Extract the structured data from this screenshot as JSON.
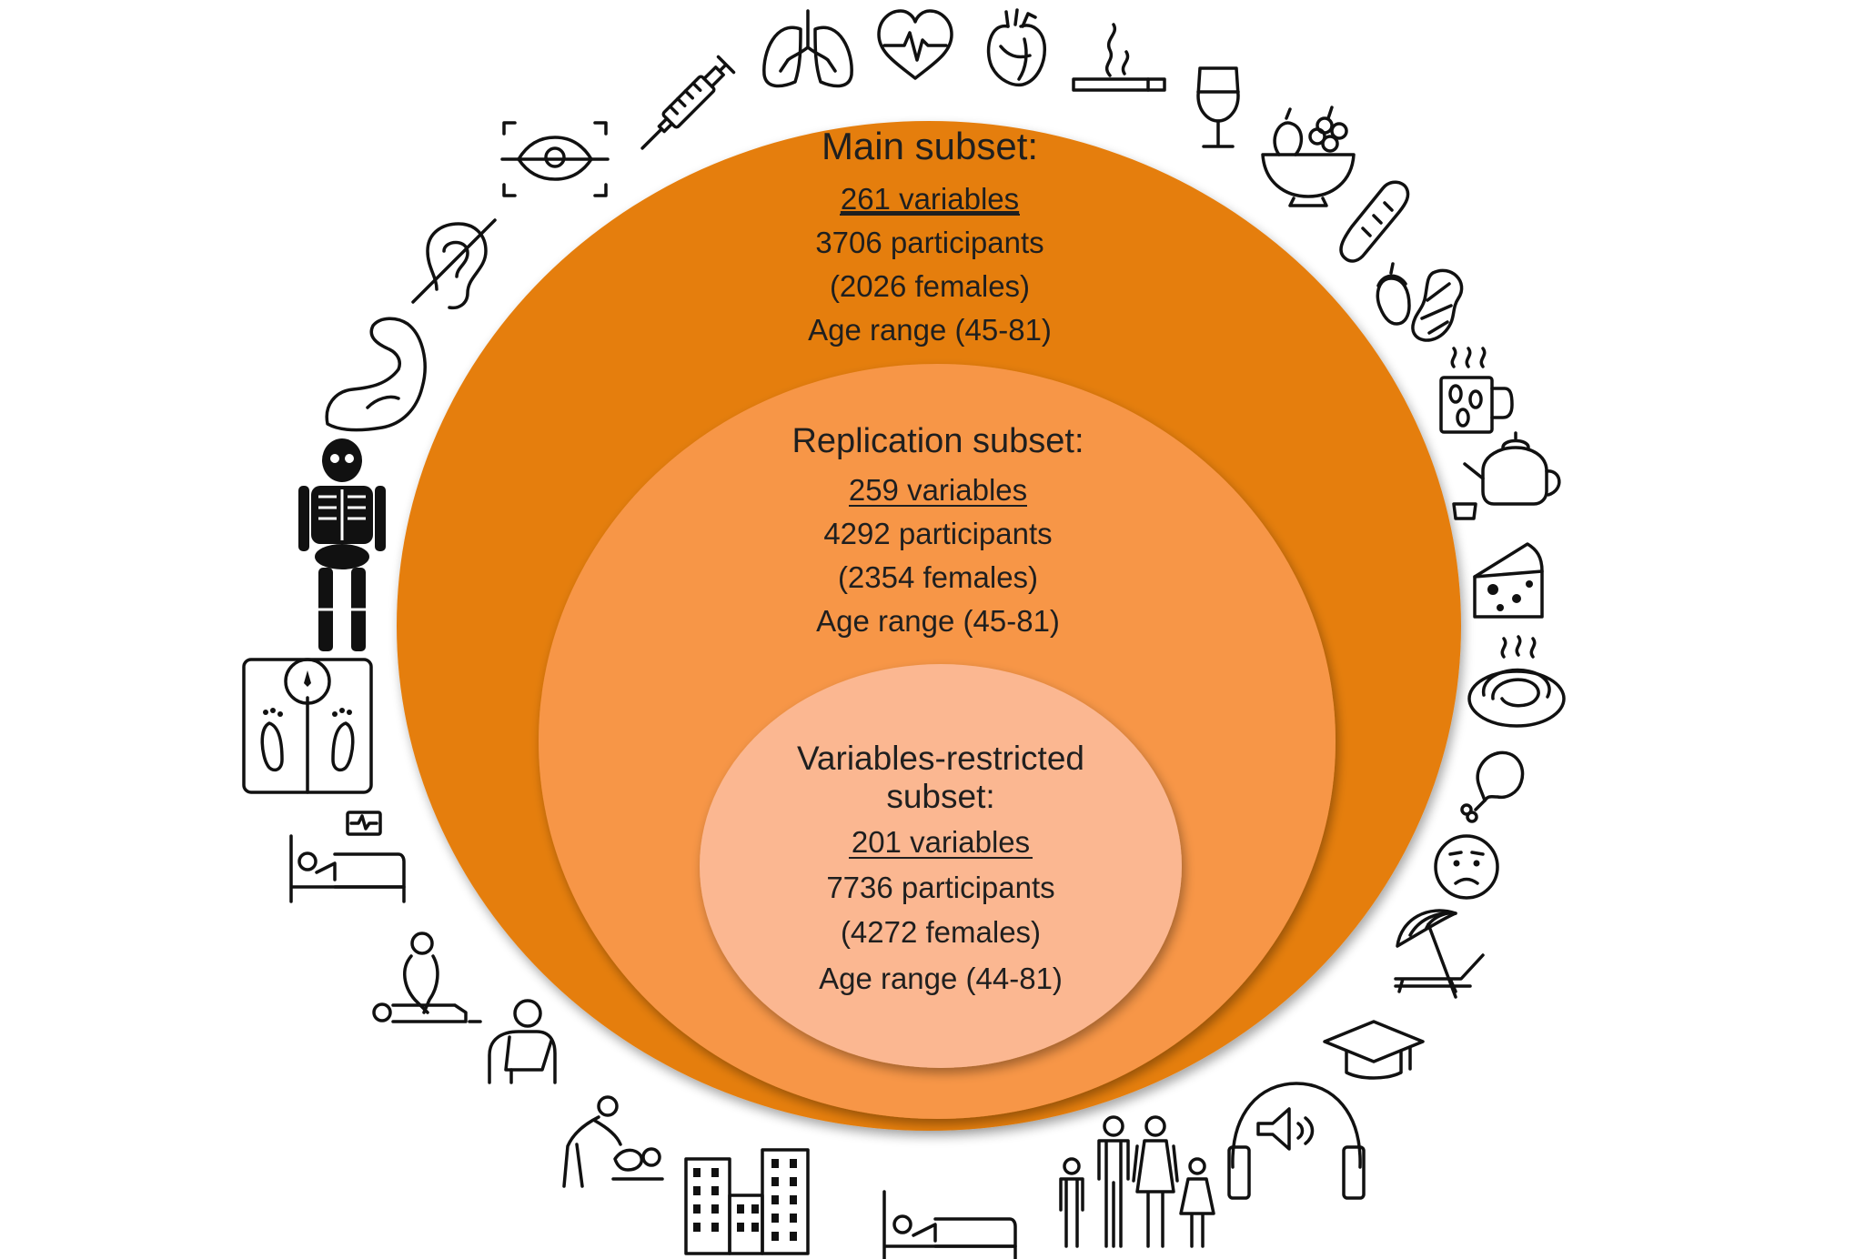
{
  "subsets": {
    "main": {
      "title": "Main subset:",
      "variables": "261 variables",
      "participants": "3706 participants",
      "females": "(2026 females)",
      "age_range": "Age range (45-81)"
    },
    "replication": {
      "title": "Replication subset:",
      "variables": "259 variables",
      "participants": "4292 participants",
      "females": "(2354 females)",
      "age_range": "Age range (45-81)"
    },
    "restricted": {
      "title_line1": "Variables-restricted",
      "title_line2": "subset:",
      "variables": "201 variables",
      "participants": "7736 participants",
      "females": "(4272 females)",
      "age_range": "Age range (44-81)"
    }
  },
  "colors": {
    "outer": "#E57E0C",
    "middle": "#F79646",
    "inner": "#FBB791",
    "icons": "#111111"
  },
  "icons": [
    "lungs-icon",
    "heart-rate-icon",
    "anatomical-heart-icon",
    "cigarette-icon",
    "wine-glass-icon",
    "fruit-bowl-icon",
    "bread-icon",
    "nuts-icon",
    "coffee-mug-icon",
    "teapot-icon",
    "cheese-icon",
    "pasta-icon",
    "chicken-leg-icon",
    "worried-face-icon",
    "beach-umbrella-icon",
    "graduation-cap-icon",
    "headphones-sound-icon",
    "family-icon",
    "bed-rest-icon",
    "city-buildings-icon",
    "child-care-icon",
    "arm-sling-icon",
    "cpr-icon",
    "hospital-bed-monitor-icon",
    "weighing-scale-icon",
    "skeleton-icon",
    "flexed-arm-icon",
    "hearing-impaired-icon",
    "eye-scan-icon",
    "syringe-icon"
  ]
}
